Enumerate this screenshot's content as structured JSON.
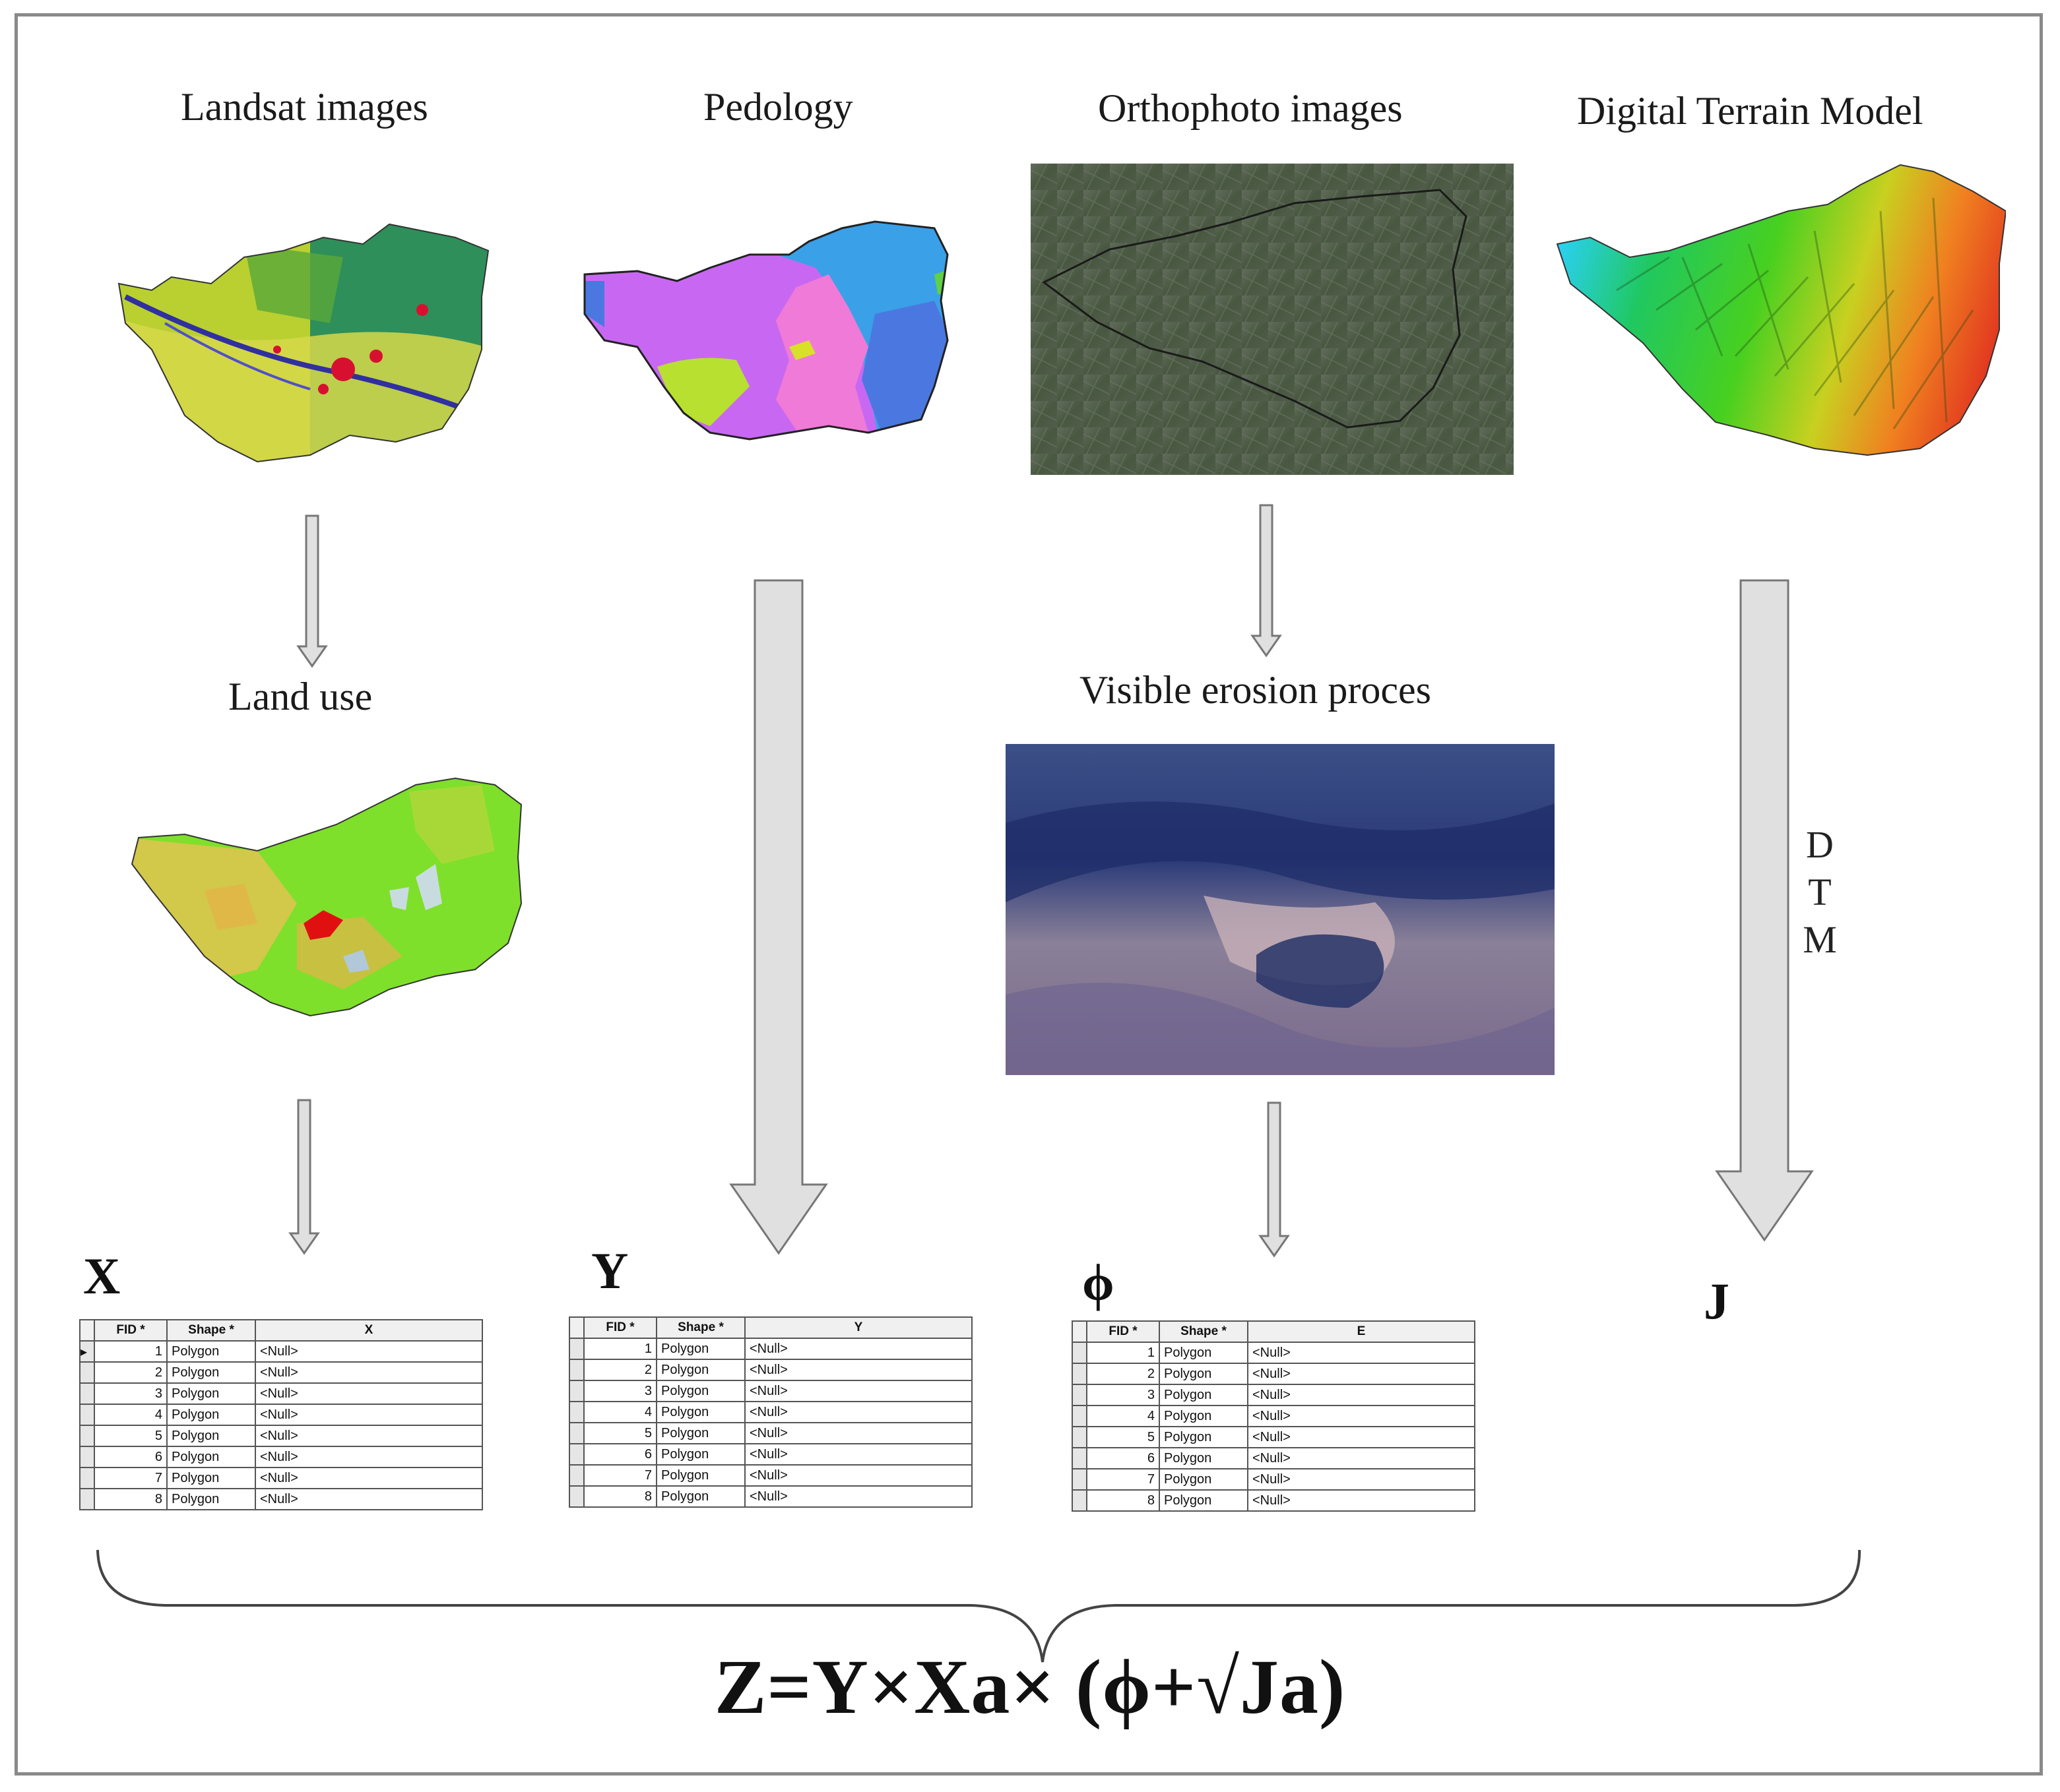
{
  "titles": {
    "landsat": "Landsat images",
    "pedology": "Pedology",
    "orthophoto": "Orthophoto images",
    "dtm_model": "Digital Terrain Model",
    "land_use": "Land use",
    "erosion": "Visible erosion proces"
  },
  "arrow_label": [
    "D",
    "T",
    "M"
  ],
  "variables": {
    "x": "X",
    "y": "Y",
    "phi": "ϕ",
    "j": "J"
  },
  "tables": [
    {
      "headers": [
        "FID *",
        "Shape *",
        "X"
      ],
      "rows": [
        [
          "1",
          "Polygon",
          "<Null>"
        ],
        [
          "2",
          "Polygon",
          "<Null>"
        ],
        [
          "3",
          "Polygon",
          "<Null>"
        ],
        [
          "4",
          "Polygon",
          "<Null>"
        ],
        [
          "5",
          "Polygon",
          "<Null>"
        ],
        [
          "6",
          "Polygon",
          "<Null>"
        ],
        [
          "7",
          "Polygon",
          "<Null>"
        ],
        [
          "8",
          "Polygon",
          "<Null>"
        ]
      ]
    },
    {
      "headers": [
        "FID *",
        "Shape *",
        "Y"
      ],
      "rows": [
        [
          "1",
          "Polygon",
          "<Null>"
        ],
        [
          "2",
          "Polygon",
          "<Null>"
        ],
        [
          "3",
          "Polygon",
          "<Null>"
        ],
        [
          "4",
          "Polygon",
          "<Null>"
        ],
        [
          "5",
          "Polygon",
          "<Null>"
        ],
        [
          "6",
          "Polygon",
          "<Null>"
        ],
        [
          "7",
          "Polygon",
          "<Null>"
        ],
        [
          "8",
          "Polygon",
          "<Null>"
        ]
      ]
    },
    {
      "headers": [
        "FID *",
        "Shape *",
        "E"
      ],
      "rows": [
        [
          "1",
          "Polygon",
          "<Null>"
        ],
        [
          "2",
          "Polygon",
          "<Null>"
        ],
        [
          "3",
          "Polygon",
          "<Null>"
        ],
        [
          "4",
          "Polygon",
          "<Null>"
        ],
        [
          "5",
          "Polygon",
          "<Null>"
        ],
        [
          "6",
          "Polygon",
          "<Null>"
        ],
        [
          "7",
          "Polygon",
          "<Null>"
        ],
        [
          "8",
          "Polygon",
          "<Null>"
        ]
      ]
    }
  ],
  "formula": "Z=Y×Xa× (ϕ+√Ja)",
  "colors": {
    "arrow_fill": "#dcdcdc",
    "arrow_stroke": "#777777",
    "pedology_violet": "#c868f2",
    "pedology_pink": "#f07ad8",
    "pedology_blue": "#3aa0e8",
    "land_use_green": "#7ee02a",
    "land_use_red": "#e01010"
  }
}
